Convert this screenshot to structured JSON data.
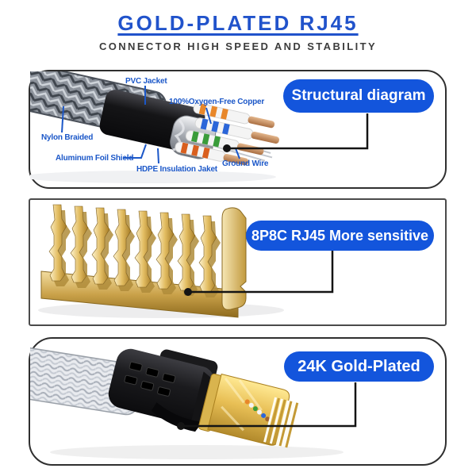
{
  "header": {
    "title": "GOLD-PLATED RJ45",
    "subtitle": "CONNECTOR HIGH SPEED AND STABILITY"
  },
  "colors": {
    "accent_blue": "#1355dc",
    "title_blue": "#2153cb",
    "label_blue": "#1b57c8",
    "leader_line_black": "#141414"
  },
  "panels": [
    {
      "name": "structural-diagram",
      "badge": "Structural diagram",
      "labels": [
        {
          "text": "PVC Jacket"
        },
        {
          "text": "100%Oxygen-Free Copper"
        },
        {
          "text": "Nylon Braided"
        },
        {
          "text": "Aluminum Foil Shield"
        },
        {
          "text": "HDPE Insulation Jaket"
        },
        {
          "text": "Ground Wire"
        }
      ]
    },
    {
      "name": "rj45-contact-pins",
      "badge": "8P8C RJ45 More sensitive",
      "labels": []
    },
    {
      "name": "gold-plated-connector",
      "badge": "24K Gold-Plated",
      "labels": []
    }
  ]
}
